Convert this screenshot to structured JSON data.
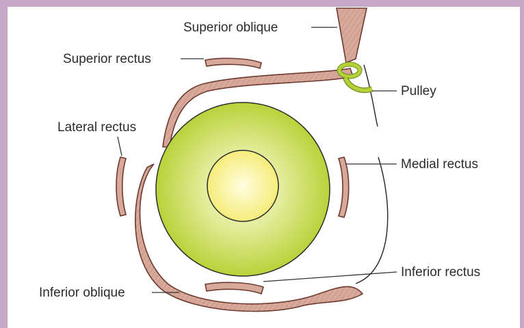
{
  "labels": {
    "superior_oblique": "Superior oblique",
    "superior_rectus": "Superior rectus",
    "pulley": "Pulley",
    "lateral_rectus": "Lateral rectus",
    "medial_rectus": "Medial rectus",
    "inferior_rectus": "Inferior rectus",
    "inferior_oblique": "Inferior oblique"
  },
  "colors": {
    "frame": "#c8a8c8",
    "muscle_fill": "#d8a89a",
    "muscle_stroke": "#6b3a2e",
    "eyeball_outer": "#c5d94a",
    "eyeball_inner": "#f7f0a0",
    "pulley": "#b5d138"
  }
}
